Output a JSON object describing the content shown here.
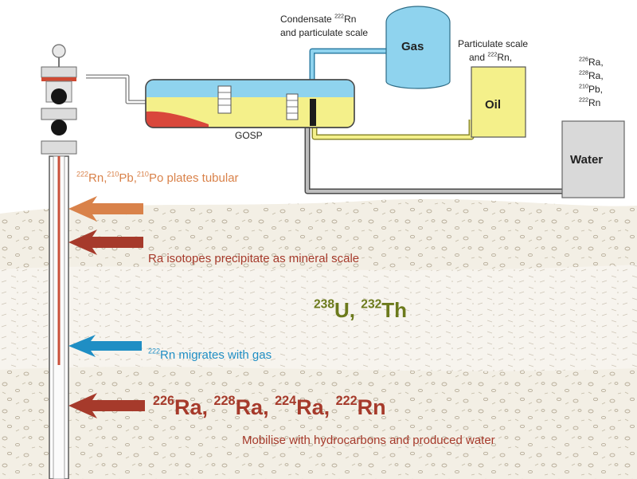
{
  "colors": {
    "soil_bg": "#f3efe5",
    "pebble": "#b7ad99",
    "brown_arrow": "#a63a2b",
    "orange_arrow": "#d9824a",
    "blue_arrow": "#1f8ec4",
    "olive_text": "#6c7a1c",
    "gas_blue": "#8fd3ee",
    "oil_yellow": "#f4f08a",
    "water_grey": "#d9d9d9",
    "pipe_grey": "#7d7d7d"
  },
  "icons": {
    "wellhead": "wellhead-icon",
    "separator": "separator-vessel-icon",
    "arrow": "arrow-left-icon"
  },
  "tanks": {
    "gas": "Gas",
    "oil": "Oil",
    "water": "Water"
  },
  "labels": {
    "gosp": "GOSP",
    "condensate": {
      "line1_mass": "222",
      "line1_text": "Condensate ",
      "line1_el": "Rn",
      "line2": "and particulate scale"
    },
    "particulate": {
      "line1": "Particulate scale",
      "line2_prefix": "and ",
      "line2_mass": "222",
      "line2_el": "Rn,"
    },
    "water_isotopes": [
      {
        "mass": "226",
        "el": "Ra,"
      },
      {
        "mass": "228",
        "el": "Ra,"
      },
      {
        "mass": "210",
        "el": "Pb,"
      },
      {
        "mass": "222",
        "el": "Rn"
      }
    ]
  },
  "arrows": {
    "plates": {
      "m1": "222",
      "e1": "Rn,",
      "m2": "210",
      "e2": "Pb,",
      "m3": "210",
      "e3": "Po",
      "text": " plates tubular"
    },
    "ra_scale": "Ra isotopes precipitate as mineral scale",
    "uranium": {
      "m1": "238",
      "e1": "U, ",
      "m2": "232",
      "e2": "Th"
    },
    "rn_gas": {
      "mass": "222",
      "text": "Rn migrates with gas"
    },
    "ra_mobilise": {
      "items": [
        {
          "mass": "226",
          "el": "Ra, "
        },
        {
          "mass": "228",
          "el": "Ra, "
        },
        {
          "mass": "224",
          "el": "Ra, "
        },
        {
          "mass": "222",
          "el": "Rn"
        }
      ],
      "subtitle": "Mobilise with hydrocarbons and produced water"
    }
  }
}
